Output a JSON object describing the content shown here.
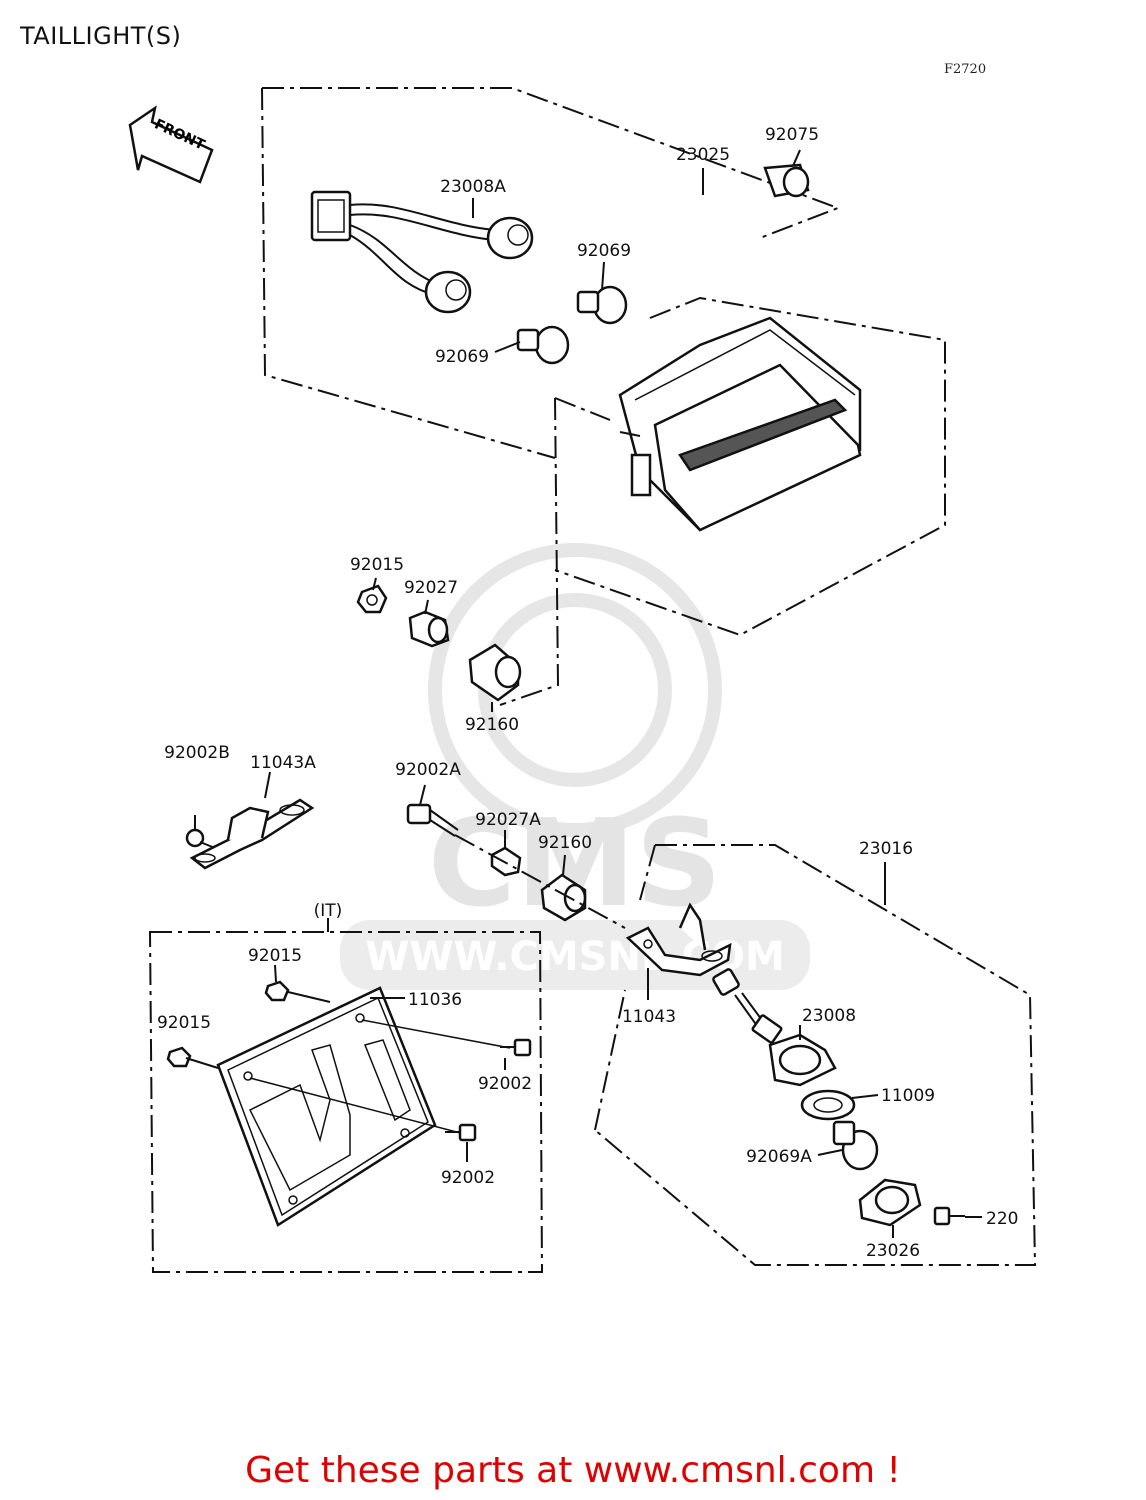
{
  "title": "TAILLIGHT(S)",
  "figure_code": "F2720",
  "front_label": "FRONT",
  "watermark": {
    "text": "CMS",
    "url": "WWW.CMSNL.COM"
  },
  "labels": {
    "p23025": "23025",
    "p92075": "92075",
    "p23008A": "23008A",
    "p92069_top": "92069",
    "p92069_mid": "92069",
    "p92015_top": "92015",
    "p92027": "92027",
    "p92160_top": "92160",
    "p92002B": "92002B",
    "p11043A": "11043A",
    "p92002A": "92002A",
    "p92027A": "92027A",
    "p92160_mid": "92160",
    "p23016": "23016",
    "p11043": "11043",
    "p23008": "23008",
    "p11009": "11009",
    "p92069A": "92069A",
    "p220": "220",
    "p23026": "23026",
    "p_it": "(IT)",
    "p92015_a": "92015",
    "p92015_b": "92015",
    "p11036": "11036",
    "p92002_a": "92002",
    "p92002_b": "92002"
  },
  "banner": "Get these parts at www.cmsnl.com !",
  "colors": {
    "banner": "#e00000",
    "line": "#111111",
    "watermark": "#e4e4e4"
  }
}
